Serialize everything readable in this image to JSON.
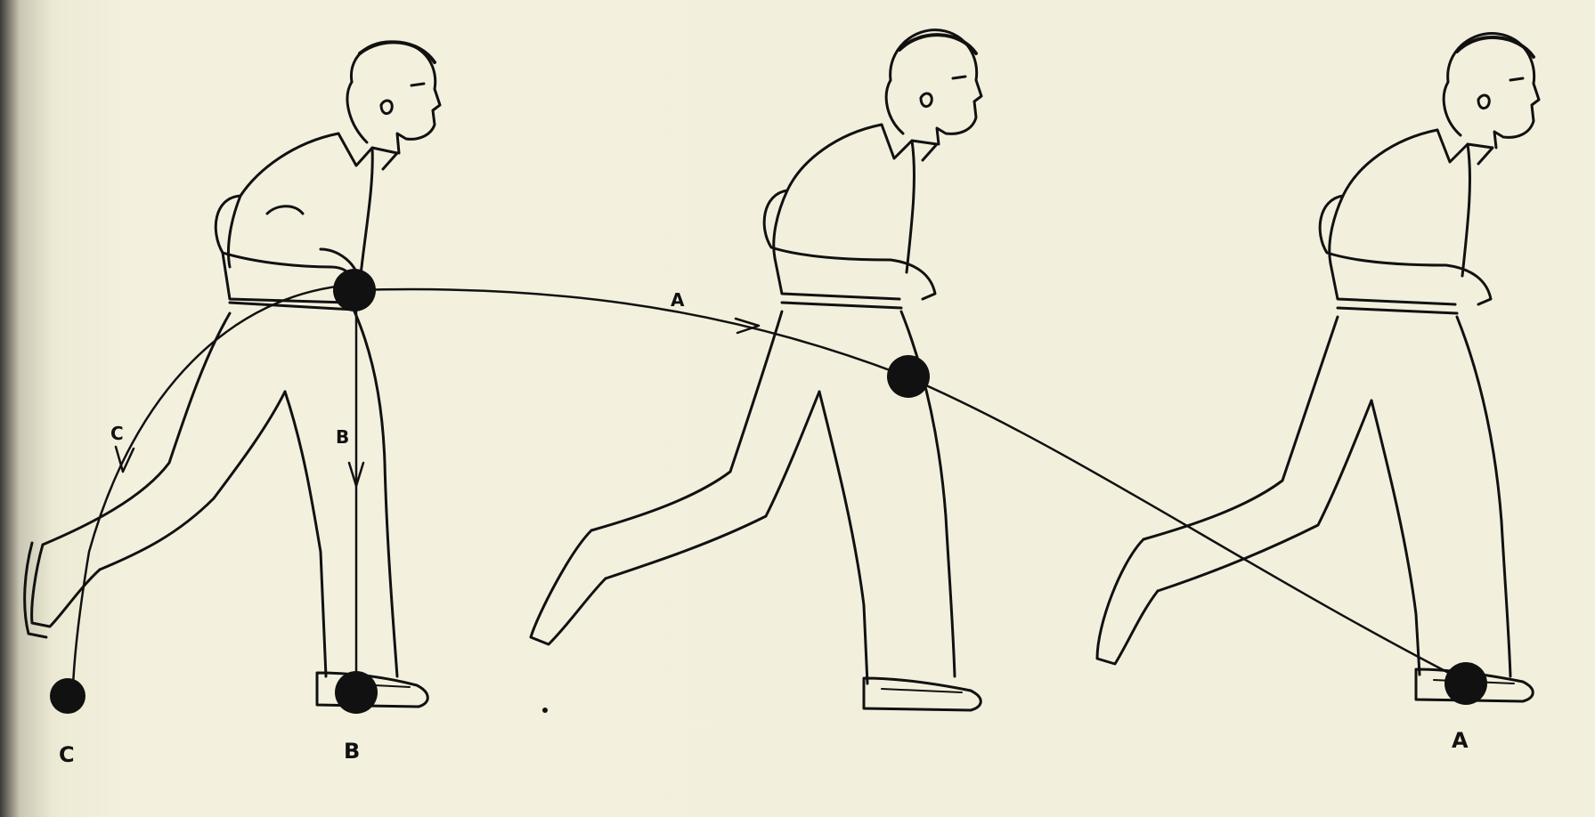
{
  "colors": {
    "paper": "#f1efdb",
    "ink": "#111111",
    "bleed_text": "#3c3a32"
  },
  "labels": {
    "path_a": "A",
    "path_b": "B",
    "path_c": "C",
    "ball_a": "A",
    "ball_b": "B",
    "ball_c": "C"
  }
}
